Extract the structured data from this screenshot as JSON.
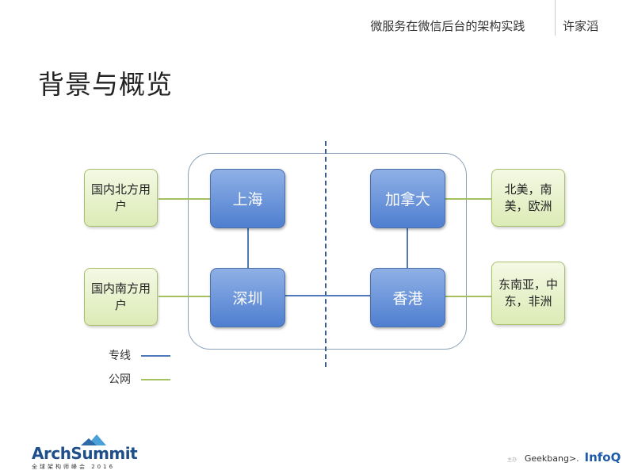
{
  "header": {
    "talk_title": "微服务在微信后台的架构实践",
    "speaker": "许家滔"
  },
  "slide_title": "背景与概览",
  "diagram": {
    "nodes": {
      "shanghai": "上海",
      "shenzhen": "深圳",
      "canada": "加拿大",
      "hongkong": "香港",
      "north_users": "国内北方用户",
      "south_users": "国内南方用户",
      "americas_europe": "北美，南美，欧洲",
      "sea_me_africa": "东南亚，中东，非洲"
    },
    "legend": [
      {
        "label": "专线",
        "color": "#4f79b8"
      },
      {
        "label": "公网",
        "color": "#a5c15f"
      }
    ]
  },
  "footer": {
    "left_logo": "ArchSummit",
    "left_sub": "全球架构师峰会 2016",
    "right_small": "主办",
    "geekbang": "Geekbang>.",
    "infoq": "InfoQ"
  }
}
